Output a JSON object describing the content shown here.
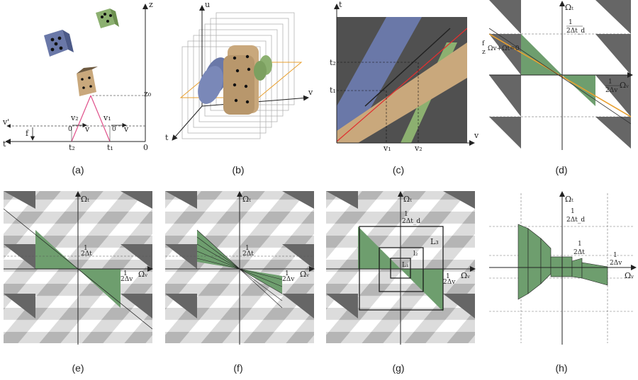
{
  "panels": [
    {
      "id": "a",
      "caption": "(a)"
    },
    {
      "id": "b",
      "caption": "(b)"
    },
    {
      "id": "c",
      "caption": "(c)"
    },
    {
      "id": "d",
      "caption": "(d)"
    },
    {
      "id": "e",
      "caption": "(e)"
    },
    {
      "id": "f",
      "caption": "(f)"
    },
    {
      "id": "g",
      "caption": "(g)"
    },
    {
      "id": "h",
      "caption": "(h)"
    }
  ],
  "a": {
    "z": "z",
    "z0": "z₀",
    "t": "t",
    "zero": "0",
    "f": "f",
    "vprime": "v'",
    "v2": "v₂",
    "v1": "v₁",
    "v": "v",
    "t2": "t₂",
    "t1": "t₁",
    "o": "0"
  },
  "b": {
    "u": "u",
    "v": "v",
    "t": "t"
  },
  "c": {
    "t": "t",
    "v": "v",
    "t1": "t₁",
    "t2": "t₂",
    "v1": "v₁",
    "v2": "v₂"
  },
  "d": {
    "omega_t": "Ωₜ",
    "omega_v": "Ωᵥ",
    "one": "1",
    "dtd": "2Δt_d",
    "dv": "2Δv",
    "eq_f": "f",
    "eq_z": "z",
    "eq": "Ωv+Ωt=0"
  },
  "e": {
    "omega_t": "Ωₜ",
    "omega_v": "Ωᵥ",
    "one": "1",
    "dt": "2Δt",
    "dv": "2Δv"
  },
  "f": {
    "omega_t": "Ωₜ",
    "omega_v": "Ωᵥ",
    "one": "1",
    "dt": "2Δt",
    "dv": "2Δv"
  },
  "g": {
    "omega_t": "Ωₜ",
    "omega_v": "Ωᵥ",
    "one": "1",
    "dtd": "2Δt_d",
    "dv": "2Δv",
    "L3": "L₃",
    "l2": "l₂",
    "L1": "L₁"
  },
  "h": {
    "omega_t": "Ωₜ",
    "omega_v": "Ωᵥ",
    "one": "1",
    "dtd": "2Δt_d",
    "dt": "2Δt",
    "dv": "2Δv"
  },
  "colors": {
    "green": "#6e9e6e",
    "green_light": "#86b086",
    "dark": "#666666",
    "mid": "#b5b5b5",
    "light": "#dcdcdc",
    "orange": "#e8a030",
    "red": "#e03030",
    "pink": "#e0508a",
    "blue_die": "#6a78a8",
    "tan_die": "#c9a87c",
    "green_die": "#8cb070"
  }
}
